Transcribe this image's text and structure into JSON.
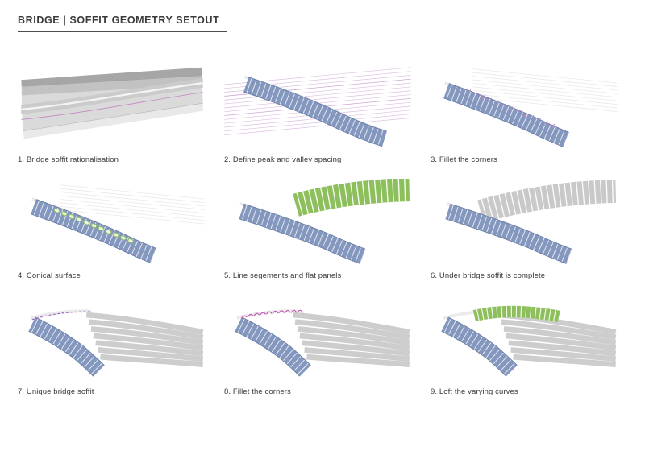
{
  "header": {
    "title": "BRIDGE | SOFFIT GEOMETRY SETOUT"
  },
  "panels": [
    {
      "id": 1,
      "caption": "1. Bridge soffit rationalisation"
    },
    {
      "id": 2,
      "caption": "2. Define peak and valley spacing"
    },
    {
      "id": 3,
      "caption": "3. Fillet the corners"
    },
    {
      "id": 4,
      "caption": "4. Conical surface"
    },
    {
      "id": 5,
      "caption": "5. Line segements and flat panels"
    },
    {
      "id": 6,
      "caption": "6. Under bridge soffit is complete"
    },
    {
      "id": 7,
      "caption": "7. Unique bridge soffit"
    },
    {
      "id": 8,
      "caption": "8. Fillet the corners"
    },
    {
      "id": 9,
      "caption": "9. Loft the varying curves"
    }
  ],
  "colors": {
    "blue": "#8498bf",
    "bluedark": "#6b80a8",
    "green": "#8dc05c",
    "pink": "#c487c6",
    "purple": "#a36cc9",
    "magenta": "#c158b2",
    "gray": "#cdcdcd"
  }
}
